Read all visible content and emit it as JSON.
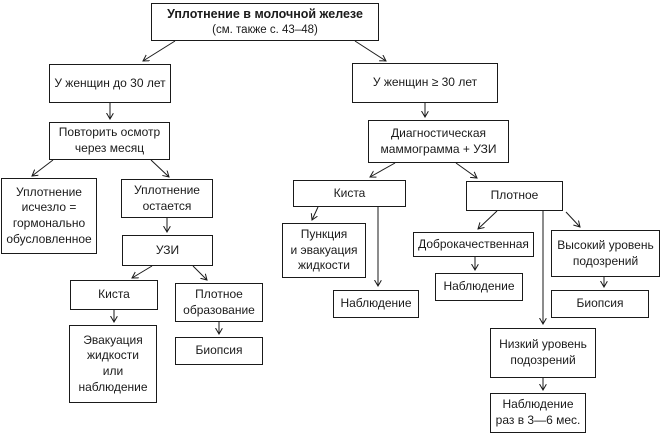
{
  "title": {
    "line1": "Уплотнение в молочной железе",
    "line2": "(см. также с. 43–48)"
  },
  "nodes": {
    "under30": {
      "label": "У женщин до 30 лет"
    },
    "repeat_exam": {
      "label": "Повторить осмотр\nчерез месяц"
    },
    "lump_gone": {
      "label": "Уплотнение\nисчезло =\nгормонально\nобусловленное"
    },
    "lump_remains": {
      "label": "Уплотнение\nостается"
    },
    "ultrasound": {
      "label": "УЗИ"
    },
    "cyst_left": {
      "label": "Киста"
    },
    "solid_mass": {
      "label": "Плотное\nобразование"
    },
    "fluid_evac": {
      "label": "Эвакуация\nжидкости\nили\nнаблюдение"
    },
    "biopsy_left": {
      "label": "Биопсия"
    },
    "over30": {
      "label": "У женщин ≥ 30 лет"
    },
    "mammogram": {
      "label": "Диагностическая\nмаммограмма + УЗИ"
    },
    "cyst_right": {
      "label": "Киста"
    },
    "dense": {
      "label": "Плотное"
    },
    "puncture": {
      "label": "Пункция\nи эвакуация\nжидкости"
    },
    "observe_cyst": {
      "label": "Наблюдение"
    },
    "benign": {
      "label": "Доброкачественная"
    },
    "high_susp": {
      "label": "Высокий уровень\nподозрений"
    },
    "observe_ben": {
      "label": "Наблюдение"
    },
    "biopsy_right": {
      "label": "Биопсия"
    },
    "low_susp": {
      "label": "Низкий уровень\nподозрений"
    },
    "observe_36": {
      "label": "Наблюдение\nраз в 3—6 мес."
    }
  },
  "colors": {
    "line": "#1a1a1a",
    "background": "#ffffff"
  }
}
